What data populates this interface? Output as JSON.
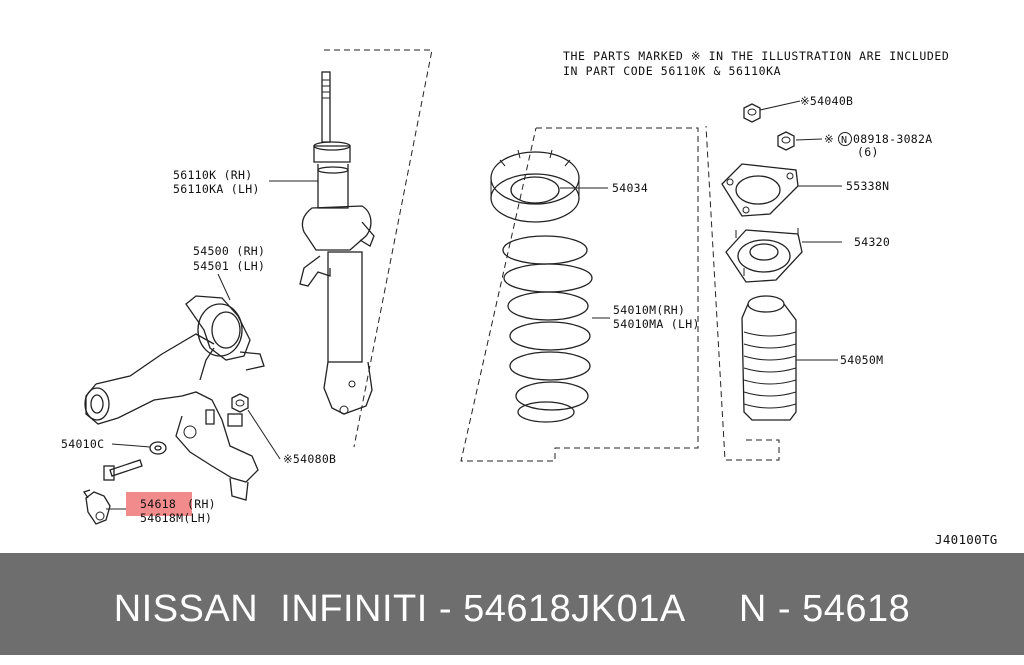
{
  "note": {
    "line1": "THE PARTS MARKED  ※  IN THE ILLUSTRATION ARE INCLUDED",
    "line2": "IN PART CODE 56110K & 56110KA"
  },
  "labels": {
    "strut_rh": "56110K (RH)",
    "strut_lh": "56110KA (LH)",
    "arm_rh": "54500 (RH)",
    "arm_lh": "54501 (LH)",
    "bushing": "54010C",
    "nut_b": "※54080B",
    "link_rh_code": "54618",
    "link_rh_side": "(RH)",
    "link_lh": "54618M(LH)",
    "seat": "54034",
    "spring_rh": "54010M(RH)",
    "spring_lh": "54010MA (LH)",
    "nut_top": "※54040B",
    "bolt_prefix": "※",
    "bolt_circle": "N",
    "bolt_code": "08918-3082A",
    "bolt_qty": "(6)",
    "plate": "55338N",
    "mount": "54320",
    "boot": "54050M",
    "diagram_code": "J40100TG"
  },
  "colors": {
    "highlight": "#f28b8b",
    "footer_bg": "#6e6e6e",
    "footer_text": "#ffffff"
  },
  "footer": {
    "text": "NISSAN  INFINITI - 54618JK01A     N - 54618"
  }
}
